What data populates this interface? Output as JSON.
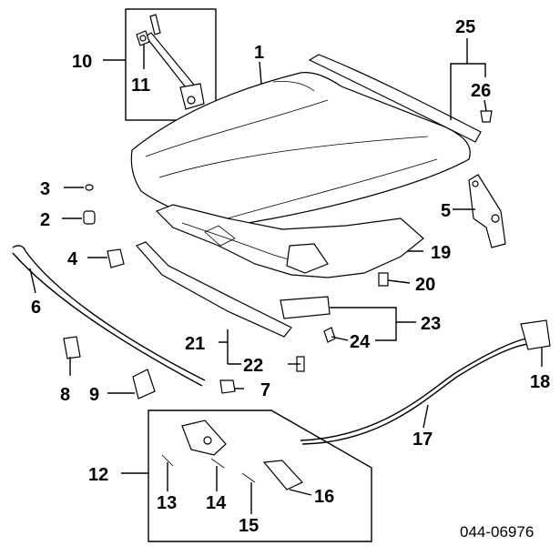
{
  "diagram": {
    "drawing_code": "044-06976",
    "callouts": [
      {
        "id": "c1",
        "text": "1"
      },
      {
        "id": "c2",
        "text": "2"
      },
      {
        "id": "c3",
        "text": "3"
      },
      {
        "id": "c4",
        "text": "4"
      },
      {
        "id": "c5",
        "text": "5"
      },
      {
        "id": "c6",
        "text": "6"
      },
      {
        "id": "c7",
        "text": "7"
      },
      {
        "id": "c8",
        "text": "8"
      },
      {
        "id": "c9",
        "text": "9"
      },
      {
        "id": "c10",
        "text": "10"
      },
      {
        "id": "c11",
        "text": "11"
      },
      {
        "id": "c12",
        "text": "12"
      },
      {
        "id": "c13",
        "text": "13"
      },
      {
        "id": "c14",
        "text": "14"
      },
      {
        "id": "c15",
        "text": "15"
      },
      {
        "id": "c16",
        "text": "16"
      },
      {
        "id": "c17",
        "text": "17"
      },
      {
        "id": "c18",
        "text": "18"
      },
      {
        "id": "c19",
        "text": "19"
      },
      {
        "id": "c20",
        "text": "20"
      },
      {
        "id": "c21",
        "text": "21"
      },
      {
        "id": "c22",
        "text": "22"
      },
      {
        "id": "c23",
        "text": "23"
      },
      {
        "id": "c24",
        "text": "24"
      },
      {
        "id": "c25",
        "text": "25"
      },
      {
        "id": "c26",
        "text": "26"
      }
    ]
  }
}
